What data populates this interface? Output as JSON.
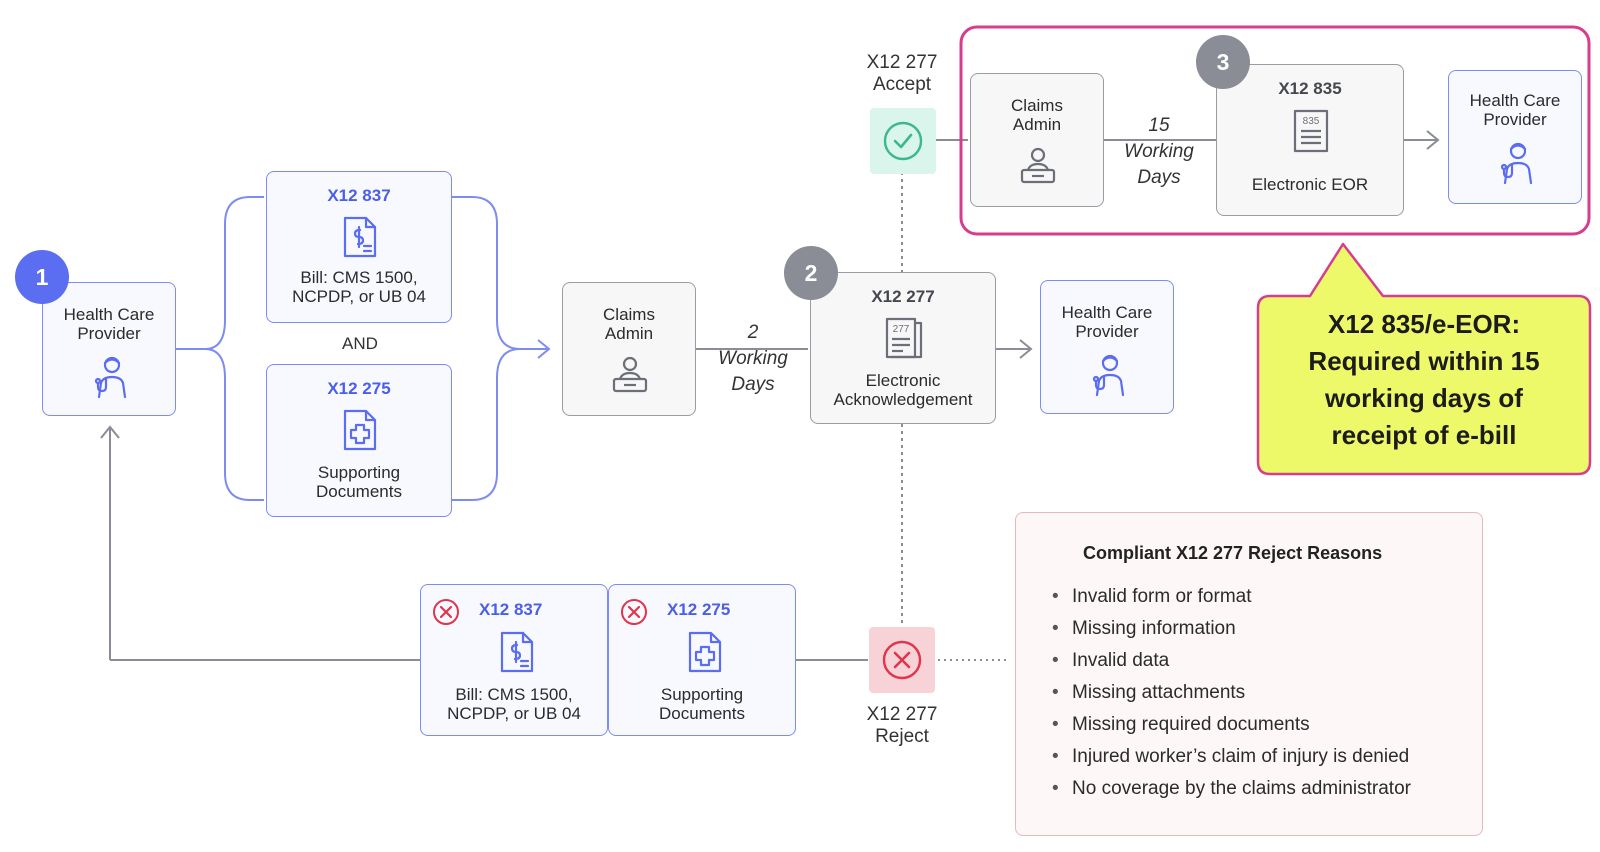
{
  "badges": {
    "one": "1",
    "two": "2",
    "three": "3"
  },
  "left_provider": {
    "label": "Health Care Provider",
    "icon": "healthcare-worker-icon"
  },
  "bill_box": {
    "code": "X12 837",
    "label": "Bill: CMS 1500, NCPDP, or UB 04",
    "icon": "invoice-dollar-icon"
  },
  "and_label": "AND",
  "supporting_box": {
    "code": "X12 275",
    "label": "Supporting Documents",
    "icon": "medical-document-icon"
  },
  "claims_admin_mid": {
    "label": "Claims Admin",
    "icon": "admin-person-icon"
  },
  "mid_timeframe": {
    "number": "2",
    "line1": "Working",
    "line2": "Days"
  },
  "ack_box": {
    "code": "X12 277",
    "label": "Electronic Acknowledgement",
    "icon": "document-277-icon",
    "doc_code": "277"
  },
  "right_provider": {
    "label": "Health Care Provider",
    "icon": "healthcare-worker-icon"
  },
  "accept": {
    "label_line1": "X12 277",
    "label_line2": "Accept",
    "icon": "check-circle-icon"
  },
  "reject": {
    "label_line1": "X12 277",
    "label_line2": "Reject",
    "icon": "x-circle-icon"
  },
  "top_claims_admin": {
    "label": "Claims Admin",
    "icon": "admin-person-icon"
  },
  "top_timeframe": {
    "number": "15",
    "line1": "Working",
    "line2": "Days"
  },
  "eor_box": {
    "code": "X12 835",
    "label": "Electronic EOR",
    "icon": "document-835-icon",
    "doc_code": "835"
  },
  "top_provider": {
    "label": "Health Care Provider",
    "icon": "healthcare-worker-icon"
  },
  "rejected_bill": {
    "code": "X12 837",
    "label": "Bill: CMS 1500, NCPDP, or UB 04",
    "icon": "invoice-dollar-icon"
  },
  "rejected_supporting": {
    "code": "X12 275",
    "label": "Supporting Documents",
    "icon": "medical-document-icon"
  },
  "reasons": {
    "title": "Compliant X12 277 Reject Reasons",
    "items": [
      "Invalid form or format",
      "Missing information",
      "Invalid data",
      "Missing attachments",
      "Missing required documents",
      "Injured worker’s claim of injury is denied",
      "No coverage by the claims administrator"
    ]
  },
  "callout": {
    "line1": "X12 835/e-EOR:",
    "line2": "Required within 15",
    "line3": "working days of",
    "line4": "receipt of e-bill"
  },
  "colors": {
    "accent_blue": "#5b6df0",
    "grey": "#8a8c96",
    "highlight_magenta": "#d63d8e",
    "callout_yellow": "#eef96a",
    "accept_green": "#d9f5ec",
    "reject_pink": "#f7d3d8"
  }
}
